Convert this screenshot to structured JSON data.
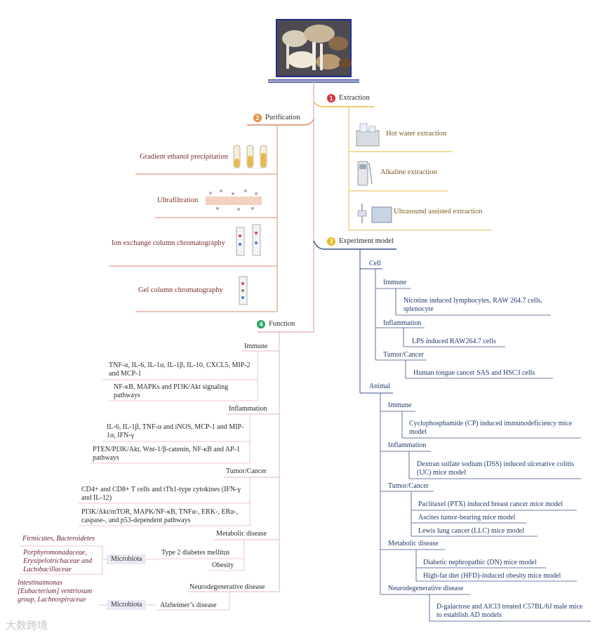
{
  "sections": {
    "extraction": {
      "num": "1",
      "label": "Extraction",
      "color": "#d8323a"
    },
    "purification": {
      "num": "2",
      "label": "Purification",
      "color": "#e8903a"
    },
    "experiment": {
      "num": "3",
      "label": "Experiment model",
      "color": "#e8b820"
    },
    "function": {
      "num": "4",
      "label": "Function",
      "color": "#2aa86a"
    }
  },
  "extraction": [
    "Hot water extraction",
    "Alkaline extraction",
    "Ultrasound assisted extraction"
  ],
  "purification": [
    "Gradient ethanol precipitation",
    "Ultrafiltration",
    "Ion exchange column chromatography",
    "Gel column chromatography"
  ],
  "experiment": {
    "cell": "Cell",
    "cell_immune": "Immune",
    "cell_immune_item": "Nicotine induced lymphocytes, RAW 264.7 cells, splenocyte",
    "cell_inflammation": "Inflammation",
    "cell_inflammation_item": "LPS induced RAW264.7 cells",
    "cell_tumor": "Tumor/Cancer",
    "cell_tumor_item": "Human tongue cancer SAS and HSC3 cells",
    "animal": "Animal",
    "animal_immune": "Immune",
    "animal_immune_item": "Cyclophosphamide (CP) induced immunodeficiency mice model",
    "animal_inflammation": "Inflammation",
    "animal_inflammation_item": "Dextran sulfate sodium (DSS) induced ulcerative colitis (UC) mice model",
    "animal_tumor": "Tumor/Cancer",
    "animal_tumor_items": [
      "Paclitaxel (PTX) induced breast cancer mice model",
      "Ascites tumor-bearing mice model",
      "Lewis lung cancer (LLC) mice model"
    ],
    "animal_metabolic": "Metabolic disease",
    "animal_metabolic_items": [
      "Diabetic nephropathic (DN) mice model",
      "High-fat diet (HFD)-induced obesity mice model"
    ],
    "animal_neuro": "Neurodegenerative disease",
    "animal_neuro_item": "D-galactose and AlCl3 treated C57BL/6J male mice to establish AD models"
  },
  "function": {
    "immune": "Immune",
    "immune_items": [
      "TNF-α, IL-6, IL-1α, IL-1β, IL-10, CXCL5, MIP-2 and MCP-1",
      "NF-κB, MAPKs and PI3K/Akt signaling pathways"
    ],
    "inflammation": "Inflammation",
    "inflammation_items": [
      "IL-6, IL-1β, TNF-α and iNOS, MCP-1 and MIP-1α, IFN-γ",
      "PTEN/PI3K/Akt, Wnt-1/β-catenin, NF-κB and AP-1 pathways"
    ],
    "tumor": "Tumor/Cancer",
    "tumor_items": [
      "CD4+ and CD8+ T cells and tTh1-type cytokines (IFN-γ and IL-12)",
      "PI3K/Akt/mTOR, MAPK/NF-κB, TNFα-, ERK-, ERα-, caspase-, and p53-dependent pathways"
    ],
    "metabolic": "Metabolic disease",
    "t2dm": "Type 2 diabetes mellitus",
    "obesity": "Obesity",
    "microbiota_label": "Microbiota",
    "microbiota_1a": "Firmicutes, Bacteroidetes",
    "microbiota_1b": "Porphyromonadaceae, Erysipelotrichaceae and Lactobacillaceae",
    "neuro": "Neurodegenerative disease",
    "alzheimers": "Alzheimer’s disease",
    "microbiota_2": "Intestinaimonas [Eubacterium] ventriosum group, Lachnospiraceae"
  },
  "watermark": "大数跨境",
  "colors": {
    "trunk": "#e7b3d2",
    "extraction_line": "#e8b84a",
    "purification_line": "#d98a6a",
    "experiment_line": "#3a4f8a",
    "function_line": "#e7b3d2"
  }
}
